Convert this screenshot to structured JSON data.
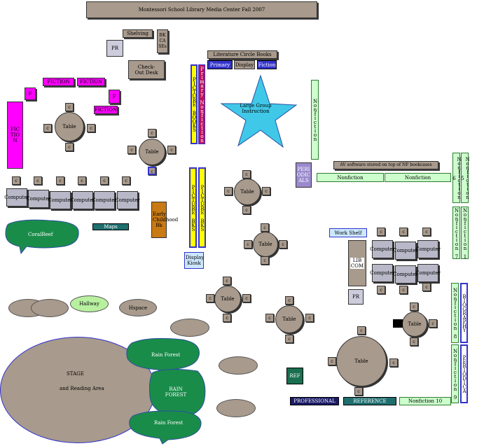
{
  "title": "Montessori School Library Media Center Fall 2007",
  "shelving": "Shelving",
  "bk_cases": "BK CA SEs",
  "pr_top": "PR",
  "checkout_desk": "Check-Out Desk",
  "lit_circle": "Literature Circle Books",
  "primary": "Primary",
  "display": "Display",
  "fiction": "Fiction",
  "picture_books": "PICTURE BOOKS",
  "primary_nonfiction": "Primary Nonfiction",
  "large_group": "Large Group Instruction",
  "nonfiction_label": "Nonfiction",
  "fiction_shelves": [
    "FICTION",
    "FICTION",
    "FICTION"
  ],
  "fiction_vertical": "FICTION",
  "f_label": "F",
  "table_label": "Table",
  "chair_label": "c",
  "computer_label": "Computer",
  "maps": "Maps",
  "early_childhood": "Early Childhood Bk",
  "coral_reef": "CoralReef",
  "picture_bks": "PICTURE BKS",
  "display_kiosk": "Display Kiosk",
  "periodicals": "PERIODICALS",
  "av_software": "AV software stored on top of NF bookcases",
  "nonfiction_left": "Nonfiction",
  "nonfiction_right": "Nonfiction",
  "nonfiction_numbered": [
    "Nonfiction 6",
    "Nonfiction 5",
    "Nonfiction 7",
    "Nonfiction 1",
    "Nonfiction 8",
    "Nonfiction 9",
    "Nonfiction 10"
  ],
  "work_shelf": "Work Shelf",
  "lib_com": "LIB COM",
  "pr_mid": "PR",
  "biography": "BIOGRAPHY",
  "periodica": "PERIODICA",
  "hallway": "Hallway",
  "hspace": "Hspace",
  "stage": "STAGE",
  "reading_area": "and Reading Area",
  "rain_forest_1": "Rain Forest",
  "rain_forest_2": "RAIN FOREST",
  "rain_forest_3": "Rain Forest",
  "ref": "REF",
  "professional": "PROFESSIONAL",
  "reference": "REFERENCE",
  "colors": {
    "grey_fill": "#a89a8c",
    "magenta": "#ff00ff",
    "yellow": "#ffff00",
    "crimson": "#c0105a",
    "green": "#1a8c4a",
    "light_green": "#ccffcc",
    "star": "#40c8e8",
    "navy": "#1a1a66",
    "teal": "#1f6f6f"
  }
}
